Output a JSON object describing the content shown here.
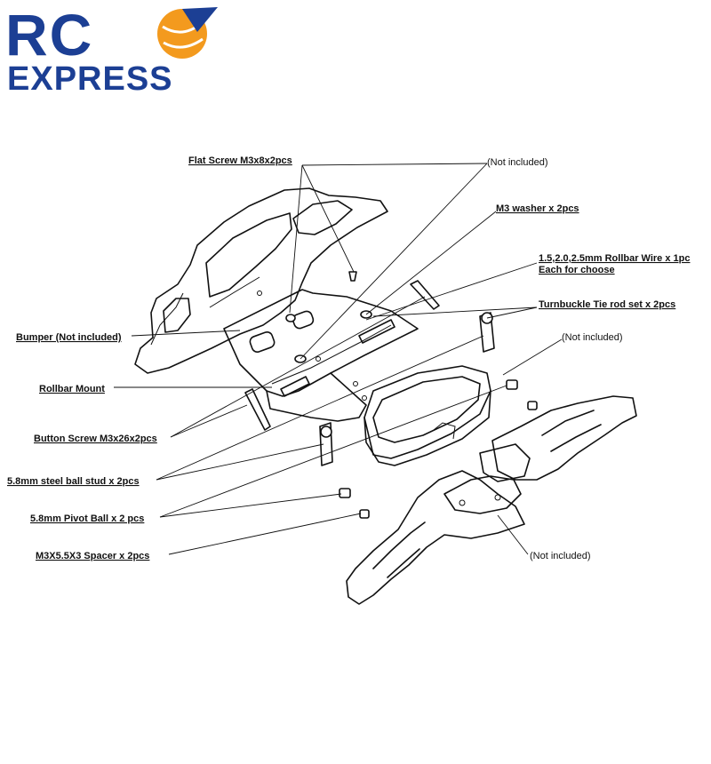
{
  "brand": {
    "line1_a": "RC",
    "line2": "EXPRESS",
    "primary_color": "#1c3f94",
    "accent_color": "#f39a1e"
  },
  "labels": {
    "flat_screw": "Flat Screw M3x8x2pcs",
    "not_included_top": "(Not included)",
    "m3_washer": "M3 washer x 2pcs",
    "rollbar_wire_1": "1.5,2.0,2.5mm Rollbar Wire x 1pc",
    "rollbar_wire_2": "Each for choose",
    "turnbuckle": "Turnbuckle Tie rod set x 2pcs",
    "not_included_mid": "(Not included)",
    "bumper": "Bumper (Not included)",
    "rollbar_mount": "Rollbar Mount",
    "button_screw": "Button Screw M3x26x2pcs",
    "ball_stud": "5.8mm steel ball stud x 2pcs",
    "pivot_ball": "5.8mm Pivot Ball  x 2 pcs",
    "spacer": "M3X5.5X3 Spacer x 2pcs",
    "not_included_bottom": "(Not included)"
  }
}
